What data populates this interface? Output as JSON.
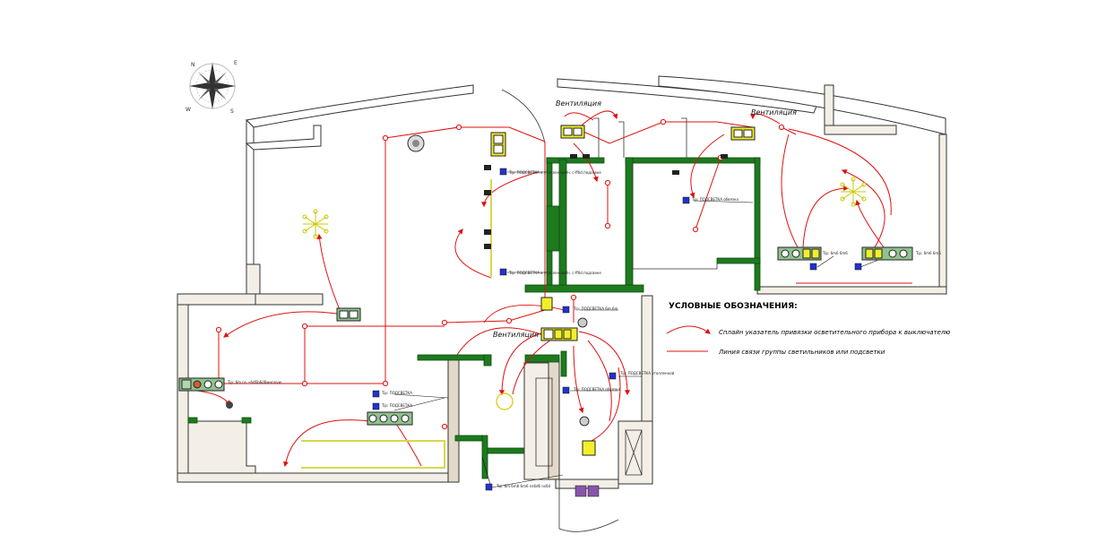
{
  "compass": {
    "n": "N",
    "e": "E",
    "s": "S",
    "w": "W"
  },
  "ventilation_label": "Вентиляция",
  "legend": {
    "title": "УСЛОВНЫЕ ОБОЗНАЧЕНИЯ:",
    "items": [
      {
        "text": "Сплайн указатель привязки осветительного прибора к выключателю"
      },
      {
        "text": "Линия связи группы светильников или подсветки"
      }
    ]
  },
  "notes": {
    "a": "Tip: ПОДСВЕТКА в утопленной/н. с-ffбd.подсвеке",
    "b": "Tip: ПОДСВЕТКА в утопленной/н. с-ffбd.подсвеке",
    "c": "Tip: ПОДСВЕТКА обвязка",
    "d": "Tip: ПОДСВЕТКА",
    "e": "Tip: ПОДСВЕТКА",
    "f": "Tip: ПОДСВЕТКА 6m 6m",
    "g": "Tip: ПОДСВЕТКА утопленной",
    "h": "Tip: ПОДСВЕТКА обвязка",
    "i": "Tip: 6m ns ~бd6b6d6wнnnvw",
    "j": "Tip: 6m 6m6 6m6 ns6d6 ns6d",
    "k": "Tip: 6m6 6m6",
    "l": "Tip: 6m6 6m6"
  },
  "colors": {
    "wall": "#1e7a1e",
    "partition": "#e3d9c8",
    "red_line": "#e01010",
    "switch_yellow": "#f2ef2a",
    "socket_green": "#8fc38f",
    "fixture_yellow": "#d8d84a",
    "marker_blue": "#2233cc"
  },
  "icons": [
    "compass-rose-icon",
    "chandelier-icon",
    "ceiling-fan-icon",
    "wall-lamp-icon",
    "light-point-icon",
    "switch-block-icon",
    "socket-block-icon",
    "type-marker-icon",
    "arrow-head-icon"
  ]
}
